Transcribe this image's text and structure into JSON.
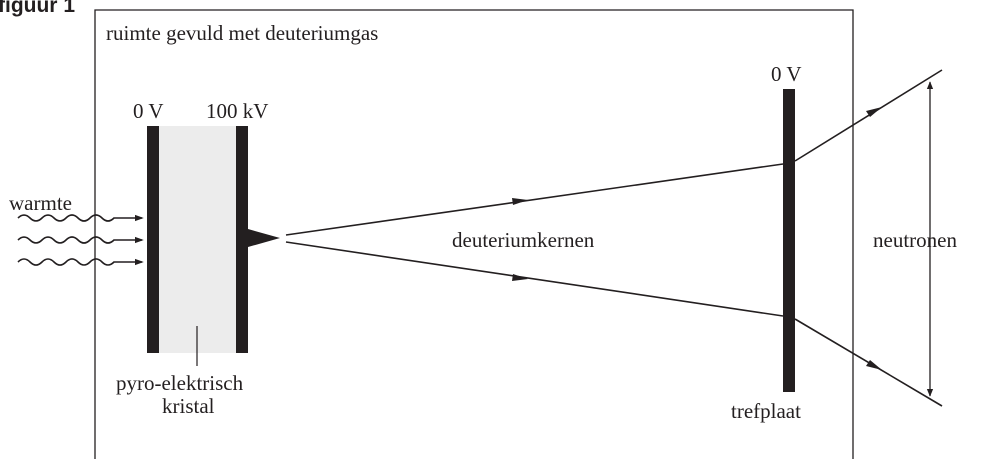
{
  "figure": {
    "caption": "figuur 1",
    "chamber_label": "ruimte gevuld met deuteriumgas",
    "left_plate_voltage": "0 V",
    "right_plate_voltage": "100 kV",
    "target_voltage": "0 V",
    "heat_label": "warmte",
    "beam_label": "deuteriumkernen",
    "neutron_label": "neutronen",
    "crystal_label_line1": "pyro-elektrisch",
    "crystal_label_line2": "kristal",
    "target_label": "trefplaat"
  },
  "colors": {
    "ink": "#231f20",
    "crystal_fill": "#ececec",
    "background": "#ffffff"
  }
}
